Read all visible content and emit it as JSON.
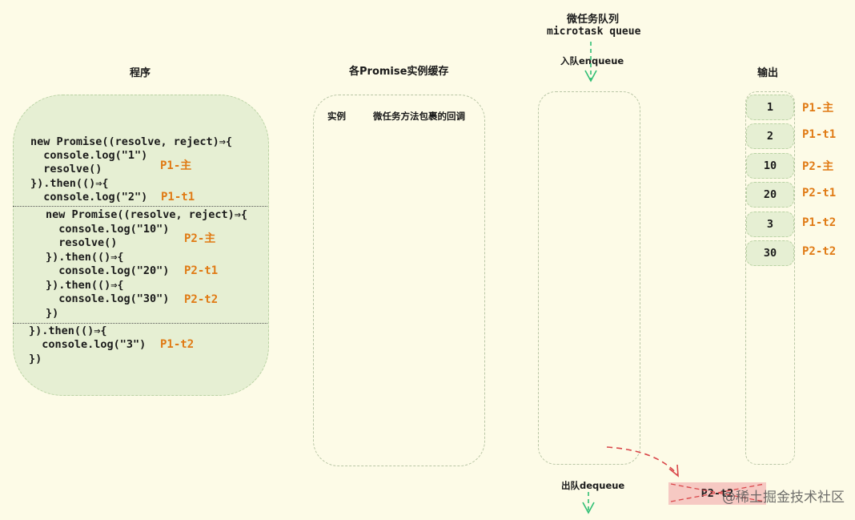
{
  "titles": {
    "program": "程序",
    "cache": "各Promise实例缓存",
    "queue_cn": "微任务队列",
    "queue_en": "microtask queue",
    "enqueue": "入队enqueue",
    "output": "输出",
    "dequeue": "出队dequeue"
  },
  "cache_headers": {
    "instance": "实例",
    "callback": "微任务方法包裹的回调"
  },
  "code": {
    "l1": "new Promise((resolve, reject)⇒{",
    "l2": "  console.log(\"1\")",
    "l3": "  resolve()",
    "l4": "}).then(()⇒{",
    "l5": "  console.log(\"2\")",
    "n1": "new Promise((resolve, reject)⇒{",
    "n2": "  console.log(\"10\")",
    "n3": "  resolve()",
    "n4": "}).then(()⇒{",
    "n5": "  console.log(\"20\")",
    "n6": "}).then(()⇒{",
    "n7": "  console.log(\"30\")",
    "n8": "})",
    "e1": "}).then(()⇒{",
    "e2": "  console.log(\"3\")",
    "e3": "})"
  },
  "code_tags": {
    "p1_main": "P1-主",
    "p1_t1": "P1-t1",
    "p2_main": "P2-主",
    "p2_t1": "P2-t1",
    "p2_t2": "P2-t2",
    "p1_t2": "P1-t2"
  },
  "outputs": [
    {
      "value": "1",
      "tag": "P1-主"
    },
    {
      "value": "2",
      "tag": "P1-t1"
    },
    {
      "value": "10",
      "tag": "P2-主"
    },
    {
      "value": "20",
      "tag": "P2-t1"
    },
    {
      "value": "3",
      "tag": "P1-t2"
    },
    {
      "value": "30",
      "tag": "P2-t2"
    }
  ],
  "dequeued_item": "P2-t2",
  "watermark": "@稀土掘金技术社区",
  "colors": {
    "background": "#fdfbe7",
    "green_fill": "#e6efd3",
    "tag_orange": "#e07a14",
    "arrow_green": "#2fbf74",
    "arrow_red": "#d9474a",
    "dequeue_fill": "#f6c9c3"
  }
}
